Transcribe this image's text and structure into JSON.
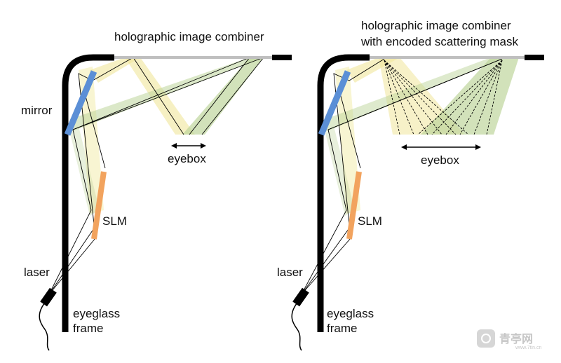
{
  "left_panel": {
    "combiner_label": "holographic image combiner",
    "mirror_label": "mirror",
    "eyebox_label": "eyebox",
    "slm_label": "SLM",
    "laser_label": "laser",
    "frame_label_line1": "eyeglass",
    "frame_label_line2": "frame"
  },
  "right_panel": {
    "combiner_label_line1": "holographic image combiner",
    "combiner_label_line2": "with encoded scattering mask",
    "eyebox_label": "eyebox",
    "slm_label": "SLM",
    "laser_label": "laser",
    "frame_label_line1": "eyeglass",
    "frame_label_line2": "frame"
  },
  "colors": {
    "frame": "#000000",
    "combiner": "#bfbfbf",
    "mirror": "#5b8fd6",
    "slm": "#f2a35e",
    "beam_yellow": "#e6e08a",
    "beam_green": "#a9c97a"
  },
  "watermark": {
    "text": "青亭网",
    "url": "www.7tin.cn"
  }
}
